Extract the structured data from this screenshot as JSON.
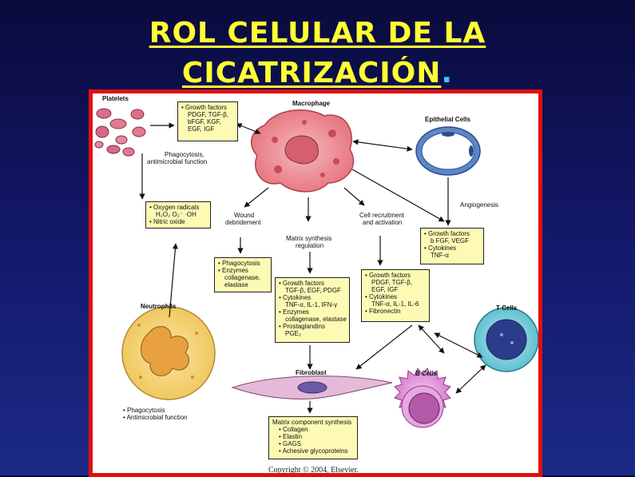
{
  "title": {
    "line1": "ROL CELULAR DE LA",
    "line2": "CICATRIZACIÓN",
    "dot": "."
  },
  "diagram": {
    "labels": {
      "platelets": "Platelets",
      "macrophage": "Macrophage",
      "epithelial": "Epithelial Cells",
      "neutrophils": "Neutrophils",
      "fibroblast": "Fibroblast",
      "t_cells": "T Cells",
      "b_cells": "B Cells",
      "phagocytosis_1": "Phagocytosis,",
      "phagocytosis_2": "antimicrobial function",
      "wound_1": "Wound",
      "wound_2": "debridement",
      "matrix_1": "Matrix synthesis",
      "matrix_2": "regulation",
      "recruit_1": "Cell recruitment",
      "recruit_2": "and activation",
      "angiogenesis": "Angiogenesis"
    },
    "boxes": {
      "growth_platelets": [
        "• Growth factors",
        "PDGF, TGF-β,",
        "bFGF, KGF,",
        "EGF, IGF"
      ],
      "oxygen": [
        "• Oxygen radicals",
        "H₂O₂  O₂⁻  ·OH",
        "• Nitric oxide"
      ],
      "phago_enz": [
        "• Phagocytosis",
        "• Enzymes",
        "collagenase,",
        "elastase"
      ],
      "matrix_box": [
        "• Growth factors",
        "TGF-β, EGF, PDGF",
        "• Cytokines",
        "TNF-α, IL-1, IFN-γ",
        "• Enzymes",
        "collagenase, elastase",
        "• Prostaglandins",
        "PGE₂"
      ],
      "recruit_box": [
        "• Growth factors",
        "PDGF, TGF-β,",
        "EGF, IGF",
        "• Cytokines",
        "TNF-α, IL-1, IL-6",
        "• Fibronectin"
      ],
      "angio_box": [
        "• Growth factors",
        "b FGF, VEGF",
        "• Cytokines",
        "TNF-α"
      ],
      "fibro_box": [
        "Matrix component synthesis",
        "• Collagen",
        "• Elastin",
        "• GAGS",
        "• Achesive glycoproteins"
      ],
      "neutro_text": [
        "• Phagocytosis",
        "• Antimicrobial function"
      ]
    },
    "copyright": "Copyright © 2004, Elsevier."
  }
}
